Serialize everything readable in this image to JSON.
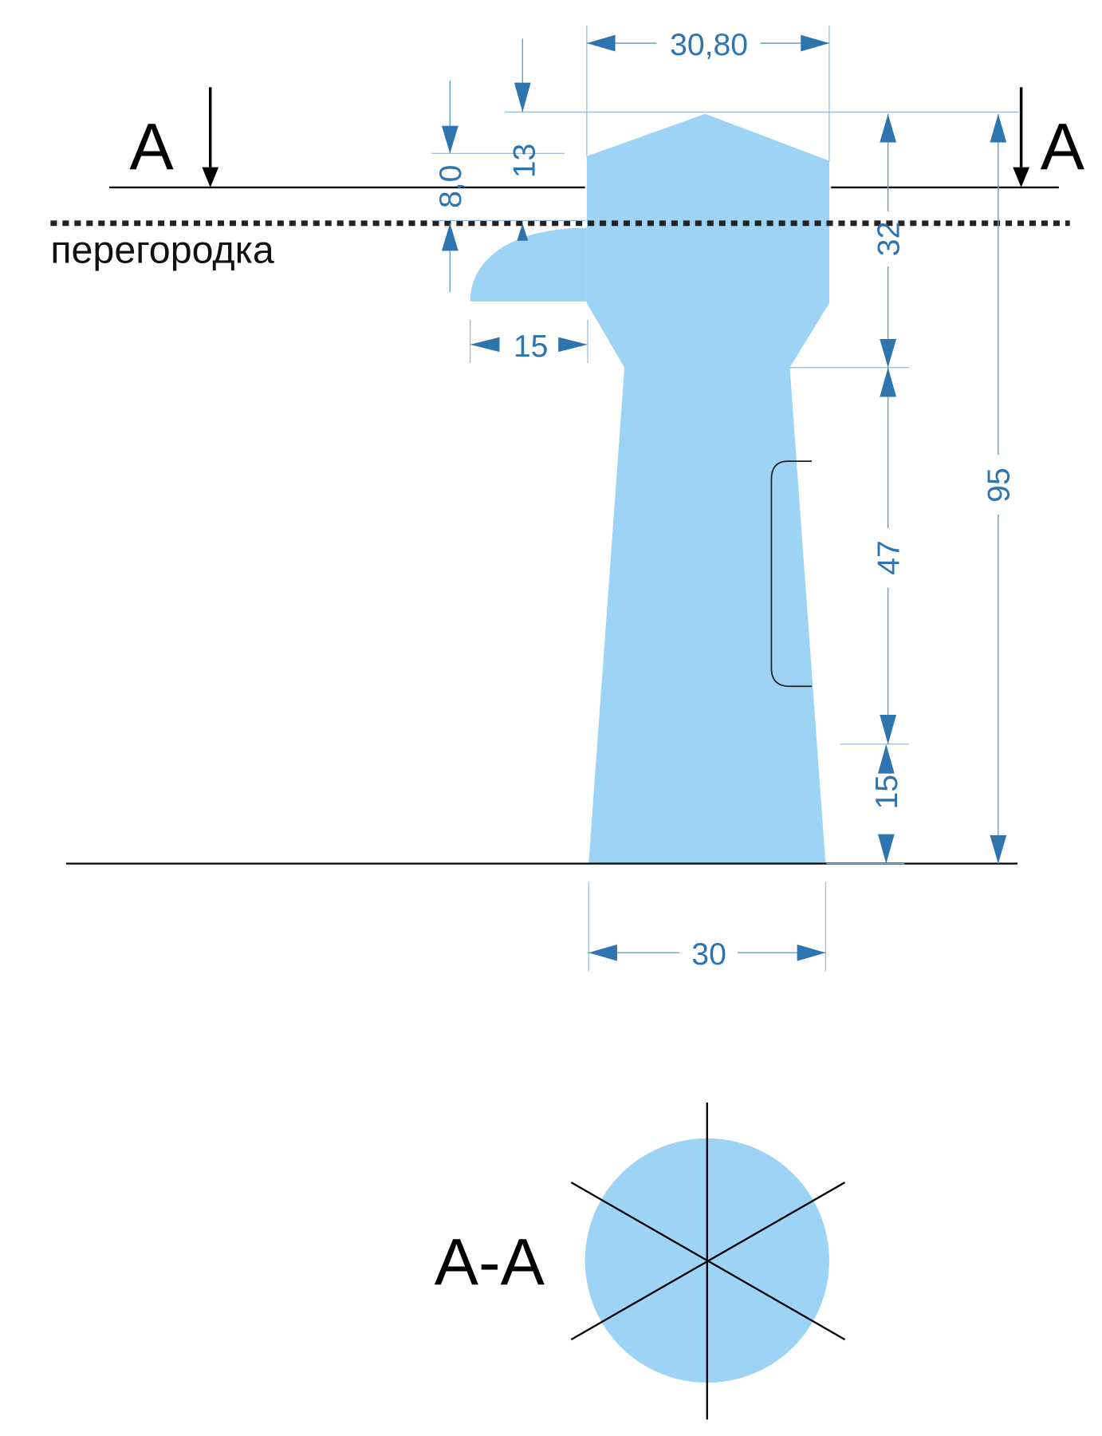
{
  "section_marks": {
    "left": "A",
    "right": "A"
  },
  "partition_label": "перегородка",
  "section_title": "A-A",
  "dimensions": {
    "top_width": "30,80",
    "top_cap": "13",
    "partition_offset": "8,0",
    "spout_length": "15",
    "head_height": "32",
    "total_height": "95",
    "stem_height": "47",
    "base_height": "15",
    "base_width": "30"
  },
  "colors": {
    "body": "#9dd3f5",
    "dimension": "#2e75b0"
  }
}
